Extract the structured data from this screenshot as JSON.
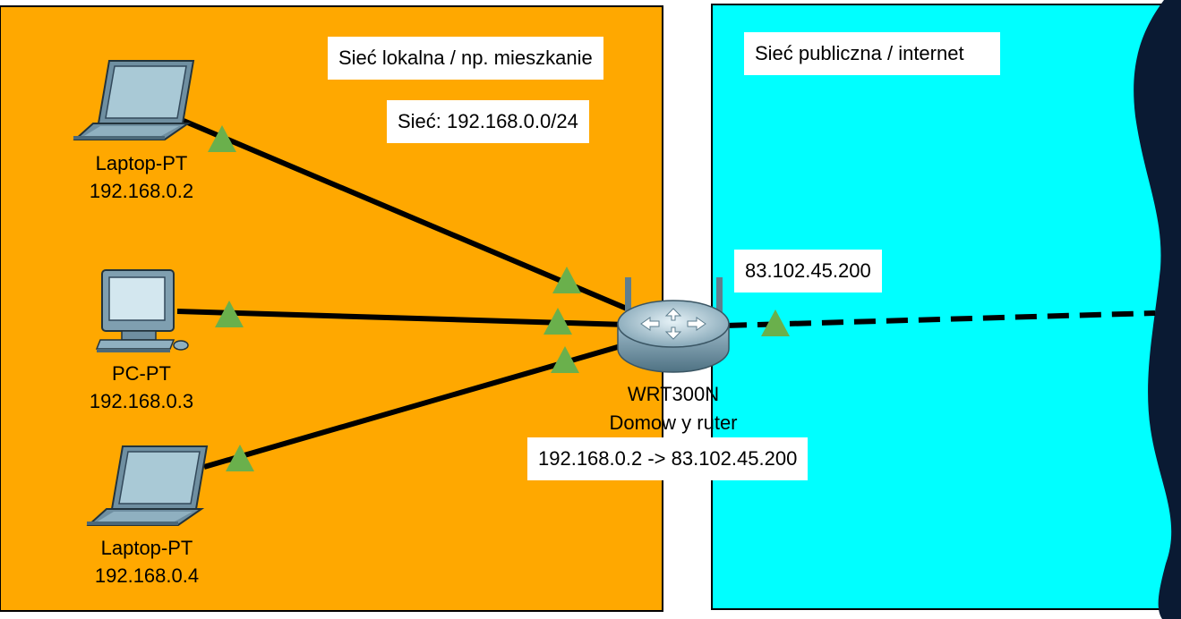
{
  "colors": {
    "local_network": "#ffa800",
    "public_network": "#00ffff",
    "cloud": "#0a1a33",
    "link": "#000000",
    "link_status": "#6ab04c"
  },
  "local_network": {
    "title": "Sieć lokalna / np. mieszkanie",
    "subnet": "Sieć: 192.168.0.0/24"
  },
  "public_network": {
    "title": "Sieć publiczna / internet",
    "wan_ip": "83.102.45.200"
  },
  "devices": [
    {
      "type": "Laptop-PT",
      "ip": "192.168.0.2",
      "icon": "laptop-icon"
    },
    {
      "type": "PC-PT",
      "ip": "192.168.0.3",
      "icon": "pc-icon"
    },
    {
      "type": "Laptop-PT",
      "ip": "192.168.0.4",
      "icon": "laptop-icon"
    }
  ],
  "router": {
    "model": "WRT300N",
    "name": "Domow y ruter",
    "nat_mapping": "192.168.0.2 -> 83.102.45.200",
    "icon": "router-icon"
  }
}
